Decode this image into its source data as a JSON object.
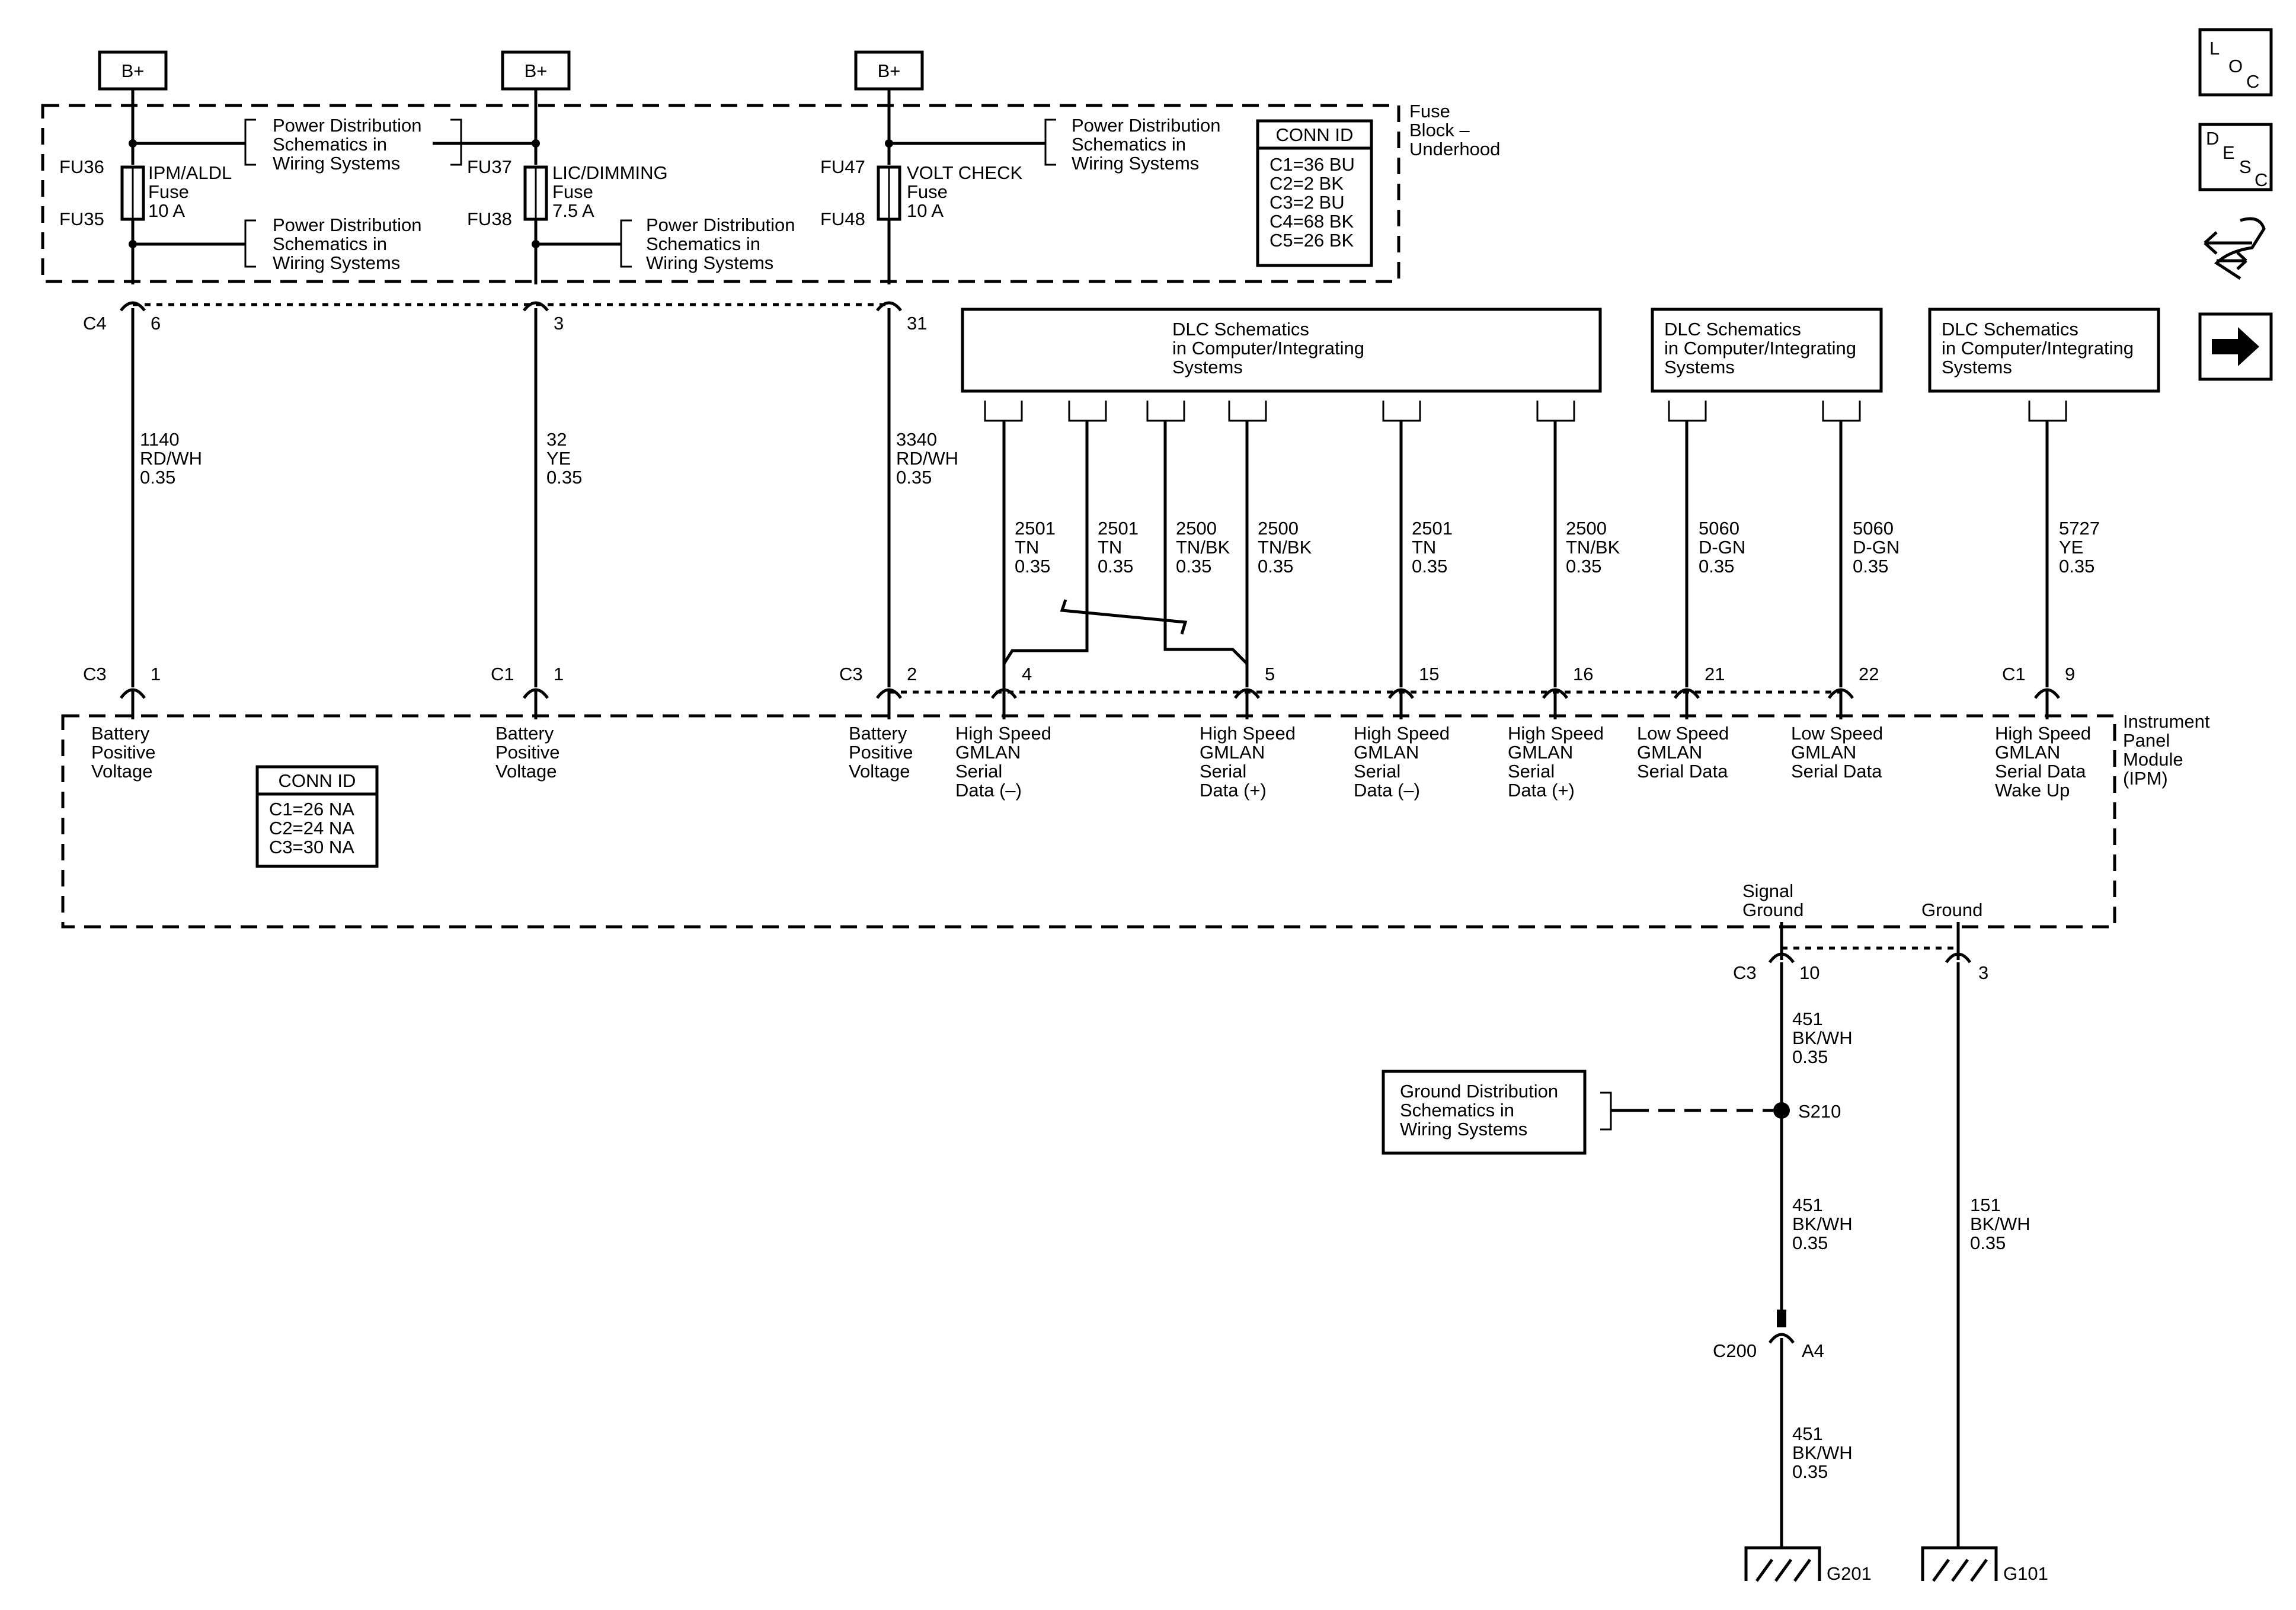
{
  "bplus": "B+",
  "fuse_block": {
    "title": [
      "Fuse",
      "Block –",
      "Underhood"
    ],
    "conn_id": {
      "header": "CONN ID",
      "rows": [
        "C1=36 BU",
        "C2=2 BK",
        "C3=2 BU",
        "C4=68 BK",
        "C5=26 BK"
      ]
    },
    "fuses": [
      {
        "top": "FU36",
        "bottom": "FU35",
        "name": "IPM/ALDL",
        "type": "Fuse",
        "rating": "10 A"
      },
      {
        "top": "FU37",
        "bottom": "FU38",
        "name": "LIC/DIMMING",
        "type": "Fuse",
        "rating": "7.5 A"
      },
      {
        "top": "FU47",
        "bottom": "FU48",
        "name": "VOLT CHECK",
        "type": "Fuse",
        "rating": "10 A"
      }
    ],
    "power_refs": [
      [
        "Power Distribution",
        "Schematics in",
        "Wiring Systems"
      ],
      [
        "Power Distribution",
        "Schematics in",
        "Wiring Systems"
      ],
      [
        "Power Distribution",
        "Schematics in",
        "Wiring Systems"
      ],
      [
        "Power Distribution",
        "Schematics in",
        "Wiring Systems"
      ]
    ]
  },
  "top_connectors": [
    {
      "conn": "C4",
      "pin": "6"
    },
    {
      "pin": "3"
    },
    {
      "pin": "31"
    }
  ],
  "power_wires": [
    [
      "1140",
      "RD/WH",
      "0.35"
    ],
    [
      "32",
      "YE",
      "0.35"
    ],
    [
      "3340",
      "RD/WH",
      "0.35"
    ]
  ],
  "dlc_boxes": [
    [
      "DLC Schematics",
      "in Computer/Integrating",
      "Systems"
    ],
    [
      "DLC Schematics",
      "in Computer/Integrating",
      "Systems"
    ],
    [
      "DLC Schematics",
      "in Computer/Integrating",
      "Systems"
    ]
  ],
  "data_wires": [
    [
      "2501",
      "TN",
      "0.35"
    ],
    [
      "2501",
      "TN",
      "0.35"
    ],
    [
      "2500",
      "TN/BK",
      "0.35"
    ],
    [
      "2500",
      "TN/BK",
      "0.35"
    ],
    [
      "2501",
      "TN",
      "0.35"
    ],
    [
      "2500",
      "TN/BK",
      "0.35"
    ],
    [
      "5060",
      "D-GN",
      "0.35"
    ],
    [
      "5060",
      "D-GN",
      "0.35"
    ],
    [
      "5727",
      "YE",
      "0.35"
    ]
  ],
  "ipm": {
    "title": [
      "Instrument",
      "Panel",
      "Module",
      "(IPM)"
    ],
    "conn_id": {
      "header": "CONN ID",
      "rows": [
        "C1=26 NA",
        "C2=24 NA",
        "C3=30 NA"
      ]
    },
    "pins": [
      {
        "conn": "C3",
        "pin": "1",
        "label": [
          "Battery",
          "Positive",
          "Voltage"
        ]
      },
      {
        "conn": "C1",
        "pin": "1",
        "label": [
          "Battery",
          "Positive",
          "Voltage"
        ]
      },
      {
        "conn": "C3",
        "pin": "2",
        "label": [
          "Battery",
          "Positive",
          "Voltage"
        ]
      },
      {
        "pin": "4",
        "label": [
          "High Speed",
          "GMLAN",
          "Serial",
          "Data (–)"
        ]
      },
      {
        "pin": "5",
        "label": [
          "High Speed",
          "GMLAN",
          "Serial",
          "Data (+)"
        ]
      },
      {
        "pin": "15",
        "label": [
          "High Speed",
          "GMLAN",
          "Serial",
          "Data (–)"
        ]
      },
      {
        "pin": "16",
        "label": [
          "High Speed",
          "GMLAN",
          "Serial",
          "Data (+)"
        ]
      },
      {
        "pin": "21",
        "label": [
          "Low Speed",
          "GMLAN",
          "Serial Data"
        ]
      },
      {
        "pin": "22",
        "label": [
          "Low Speed",
          "GMLAN",
          "Serial Data"
        ]
      },
      {
        "conn": "C1",
        "pin": "9",
        "label": [
          "High Speed",
          "GMLAN",
          "Serial Data",
          "Wake Up"
        ]
      }
    ],
    "ground_pins": [
      {
        "label": [
          "Signal",
          "Ground"
        ],
        "conn": "C3",
        "pin": "10"
      },
      {
        "label": [
          "Ground"
        ],
        "pin": "3"
      }
    ]
  },
  "ground_wires": [
    [
      "451",
      "BK/WH",
      "0.35"
    ],
    [
      "451",
      "BK/WH",
      "0.35"
    ],
    [
      "451",
      "BK/WH",
      "0.35"
    ],
    [
      "151",
      "BK/WH",
      "0.35"
    ]
  ],
  "ground_ref": [
    "Ground Distribution",
    "Schematics in",
    "Wiring Systems"
  ],
  "splice": "S210",
  "inline_conn": {
    "conn": "C200",
    "pin": "A4"
  },
  "grounds": [
    "G201",
    "G101"
  ],
  "nav_icons": {
    "loc": [
      "L",
      "O",
      "C"
    ],
    "desc": [
      "D",
      "E",
      "S",
      "C"
    ]
  }
}
